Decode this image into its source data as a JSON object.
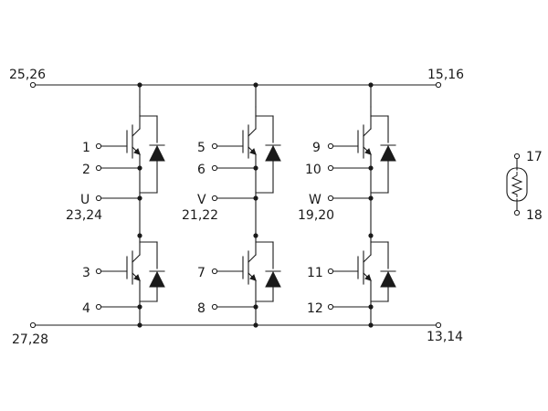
{
  "terminals": {
    "p_left": "25,26",
    "p_right": "15,16",
    "n_left": "27,28",
    "n_right": "13,14",
    "thermistor_top": "17",
    "thermistor_bottom": "18"
  },
  "phases": [
    {
      "high_gate": "1",
      "high_emitter": "2",
      "output_letter": "U",
      "output_pins": "23,24",
      "low_gate": "3",
      "low_emitter": "4"
    },
    {
      "high_gate": "5",
      "high_emitter": "6",
      "output_letter": "V",
      "output_pins": "21,22",
      "low_gate": "7",
      "low_emitter": "8"
    },
    {
      "high_gate": "9",
      "high_emitter": "10",
      "output_letter": "W",
      "output_pins": "19,20",
      "low_gate": "11",
      "low_emitter": "12"
    }
  ]
}
